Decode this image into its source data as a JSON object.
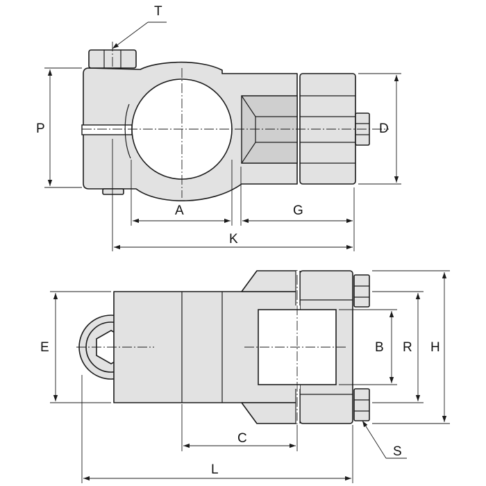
{
  "drawing": {
    "labels": {
      "T": "T",
      "P": "P",
      "D": "D",
      "A": "A",
      "G": "G",
      "K": "K",
      "E": "E",
      "B": "B",
      "R": "R",
      "H": "H",
      "C": "C",
      "S": "S",
      "L": "L"
    }
  }
}
